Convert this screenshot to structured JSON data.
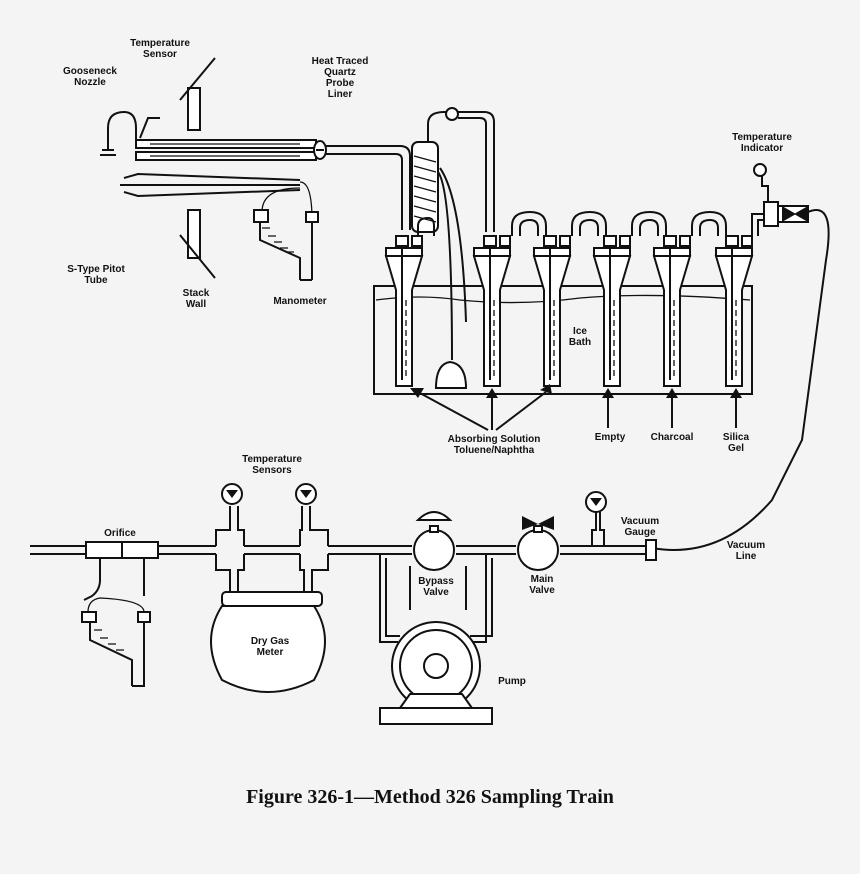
{
  "labels": {
    "temperature_sensor_top": [
      "Temperature",
      "Sensor"
    ],
    "gooseneck_nozzle": [
      "Gooseneck",
      "Nozzle"
    ],
    "probe_liner": [
      "Heat Traced",
      "Quartz",
      "Probe",
      "Liner"
    ],
    "temperature_indicator": [
      "Temperature",
      "Indicator"
    ],
    "pitot_tube": [
      "S-Type Pitot",
      "Tube"
    ],
    "stack_wall": [
      "Stack",
      "Wall"
    ],
    "manometer_top": [
      "Manometer"
    ],
    "ice_bath": [
      "Ice",
      "Bath"
    ],
    "absorbing_solution": [
      "Absorbing Solution",
      "Toluene/Naphtha"
    ],
    "empty": [
      "Empty"
    ],
    "charcoal": [
      "Charcoal"
    ],
    "silica_gel": [
      "Silica",
      "Gel"
    ],
    "temperature_sensors_meter": [
      "Temperature",
      "Sensors"
    ],
    "orifice": [
      "Orifice"
    ],
    "vacuum_gauge": [
      "Vacuum",
      "Gauge"
    ],
    "vacuum_line": [
      "Vacuum",
      "Line"
    ],
    "bypass_valve": [
      "Bypass",
      "Valve"
    ],
    "main_valve": [
      "Main",
      "Valve"
    ],
    "dry_gas_meter": [
      "Dry Gas",
      "Meter"
    ],
    "pump": [
      "Pump"
    ]
  },
  "caption": "Figure 326-1—Method 326 Sampling Train"
}
